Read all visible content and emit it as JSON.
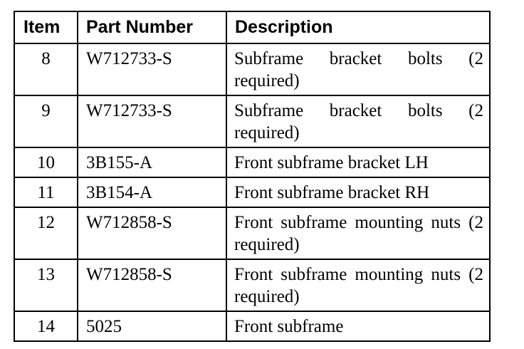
{
  "table": {
    "headers": {
      "item": "Item",
      "part_number": "Part Number",
      "description": "Description"
    },
    "rows": [
      {
        "item": "8",
        "part_number": "W712733-S",
        "description": "Subframe bracket bolts (2 required)"
      },
      {
        "item": "9",
        "part_number": "W712733-S",
        "description": "Subframe bracket bolts (2 required)"
      },
      {
        "item": "10",
        "part_number": "3B155-A",
        "description": "Front subframe bracket LH"
      },
      {
        "item": "11",
        "part_number": "3B154-A",
        "description": "Front subframe bracket RH"
      },
      {
        "item": "12",
        "part_number": "W712858-S",
        "description": "Front subframe mounting nuts (2 required)"
      },
      {
        "item": "13",
        "part_number": "W712858-S",
        "description": "Front subframe mounting nuts (2 required)"
      },
      {
        "item": "14",
        "part_number": "5025",
        "description": "Front subframe"
      }
    ]
  }
}
